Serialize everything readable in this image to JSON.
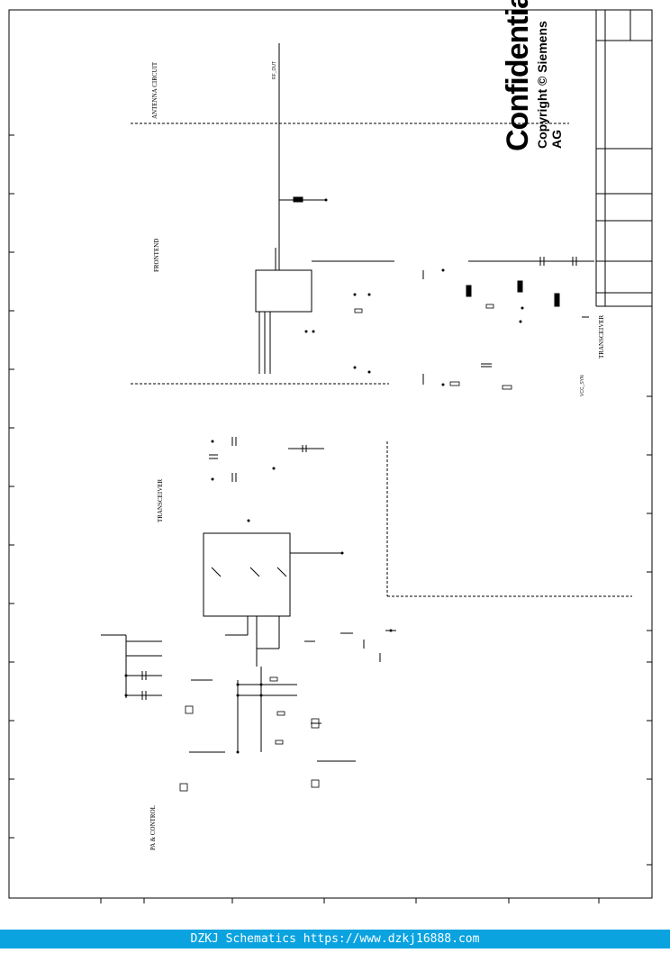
{
  "watermark": {
    "confidential": "Confidential",
    "copyright": "Copyright © Siemens AG"
  },
  "blocks": {
    "antenna": "ANTENNA CIRCUIT",
    "frontend": "FRONTEND",
    "transceiver_left": "TRANSCEIVER",
    "transceiver_right": "TRANSCEIVER",
    "pa_control": "PA & CONTROL"
  },
  "signals": {
    "rf_out": "RF_OUT",
    "vcc_label": "VCC_SYN"
  },
  "footer": {
    "text": "DZKJ Schematics https://www.dzkj16888.com"
  }
}
